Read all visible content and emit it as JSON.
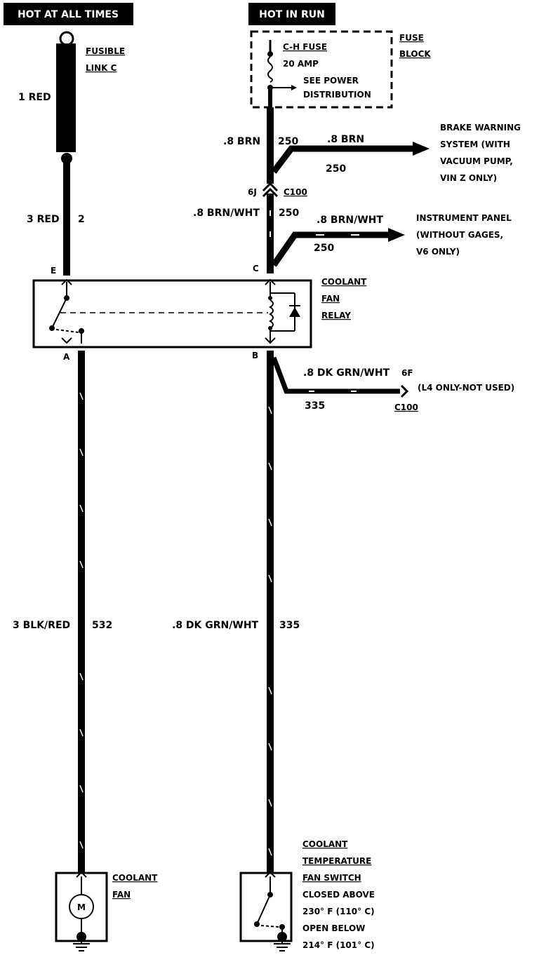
{
  "headers": {
    "hot_at_all_times": "HOT AT ALL TIMES",
    "hot_in_run": "HOT IN RUN"
  },
  "fusible_link": {
    "line1": "FUSIBLE",
    "line2": "LINK C"
  },
  "fuse": {
    "name": "C-H FUSE",
    "rating": "20 AMP",
    "note1": "SEE POWER",
    "note2": "DISTRIBUTION"
  },
  "fuse_block": {
    "line1": "FUSE",
    "line2": "BLOCK"
  },
  "wires": {
    "w1_red": "1 RED",
    "w3_red": "3 RED",
    "w3_red_circuit": "2",
    "w_brn": ".8 BRN",
    "w_brn_circuit": "250",
    "w_brn_branch": ".8 BRN",
    "w_brn_branch_circuit": "250",
    "w_brnwht": ".8 BRN/WHT",
    "w_brnwht_circuit": "250",
    "w_brnwht_branch": ".8 BRN/WHT",
    "w_brnwht_branch_circuit": "250",
    "w_dkgrnwht_branch": ".8 DK GRN/WHT",
    "w_dkgrnwht_branch_circuit": "335",
    "w_blkred": "3 BLK/RED",
    "w_blkred_circuit": "532",
    "w_dkgrnwht": ".8 DK GRN/WHT",
    "w_dkgrnwht_circuit": "335"
  },
  "connectors": {
    "c100_pin_upper": "6J",
    "c100_upper": "C100",
    "c100_pin_lower": "6F",
    "c100_lower": "C100"
  },
  "brake_warning": {
    "line1": "BRAKE WARNING",
    "line2": "SYSTEM (WITH",
    "line3": "VACUUM PUMP,",
    "line4": "VIN Z ONLY)"
  },
  "instrument_panel": {
    "line1": "INSTRUMENT PANEL",
    "line2": "(WITHOUT GAGES,",
    "line3": "V6 ONLY)"
  },
  "l4_note": "(L4 ONLY-NOT USED)",
  "relay": {
    "line1": "COOLANT",
    "line2": "FAN",
    "line3": "RELAY",
    "pin_e": "E",
    "pin_c": "C",
    "pin_a": "A",
    "pin_b": "B"
  },
  "coolant_fan": {
    "line1": "COOLANT",
    "line2": "FAN",
    "motor_symbol": "M"
  },
  "temp_switch": {
    "line1": "COOLANT",
    "line2": "TEMPERATURE",
    "line3": "FAN SWITCH",
    "line4": "CLOSED ABOVE",
    "line5": "230° F (110° C)",
    "line6": "OPEN BELOW",
    "line7": "214° F (101° C)"
  },
  "icon_names": [
    "ground-icon",
    "motor-icon",
    "fuse-icon",
    "diode-icon",
    "coil-icon",
    "switch-icon",
    "arrow-icon"
  ]
}
